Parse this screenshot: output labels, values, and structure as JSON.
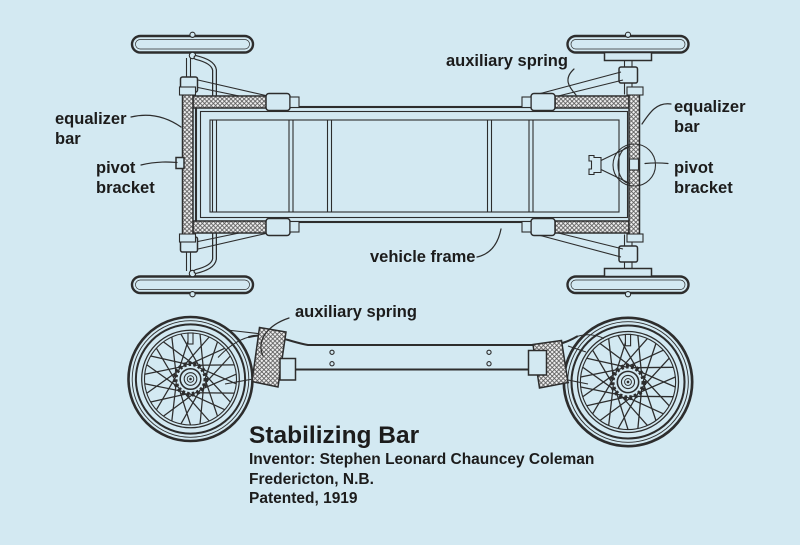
{
  "title_block": {
    "title": "Stabilizing Bar",
    "inventor": "Inventor: Stephen Leonard Chauncey Coleman",
    "location": "Fredericton, N.B.",
    "patent": "Patented, 1919"
  },
  "callouts": {
    "auxiliary_spring_top": "auxiliary spring",
    "auxiliary_spring_side": "auxiliary spring",
    "vehicle_frame": "vehicle frame",
    "equalizer_bar_left_line1": "equalizer",
    "equalizer_bar_left_line2": "bar",
    "equalizer_bar_right_line1": "equalizer",
    "equalizer_bar_right_line2": "bar",
    "pivot_bracket_left_line1": "pivot",
    "pivot_bracket_left_line2": "bracket",
    "pivot_bracket_right_line1": "pivot",
    "pivot_bracket_right_line2": "bracket"
  },
  "colors": {
    "background": "#d3e9f2",
    "line": "#2d2d2d",
    "text": "#1c1c1c",
    "tire_fill": "#c8c8c8",
    "tire_stripe": "#9a9a9a",
    "hatch_bg": "#f1f1f1",
    "hatch_line": "#565656"
  }
}
